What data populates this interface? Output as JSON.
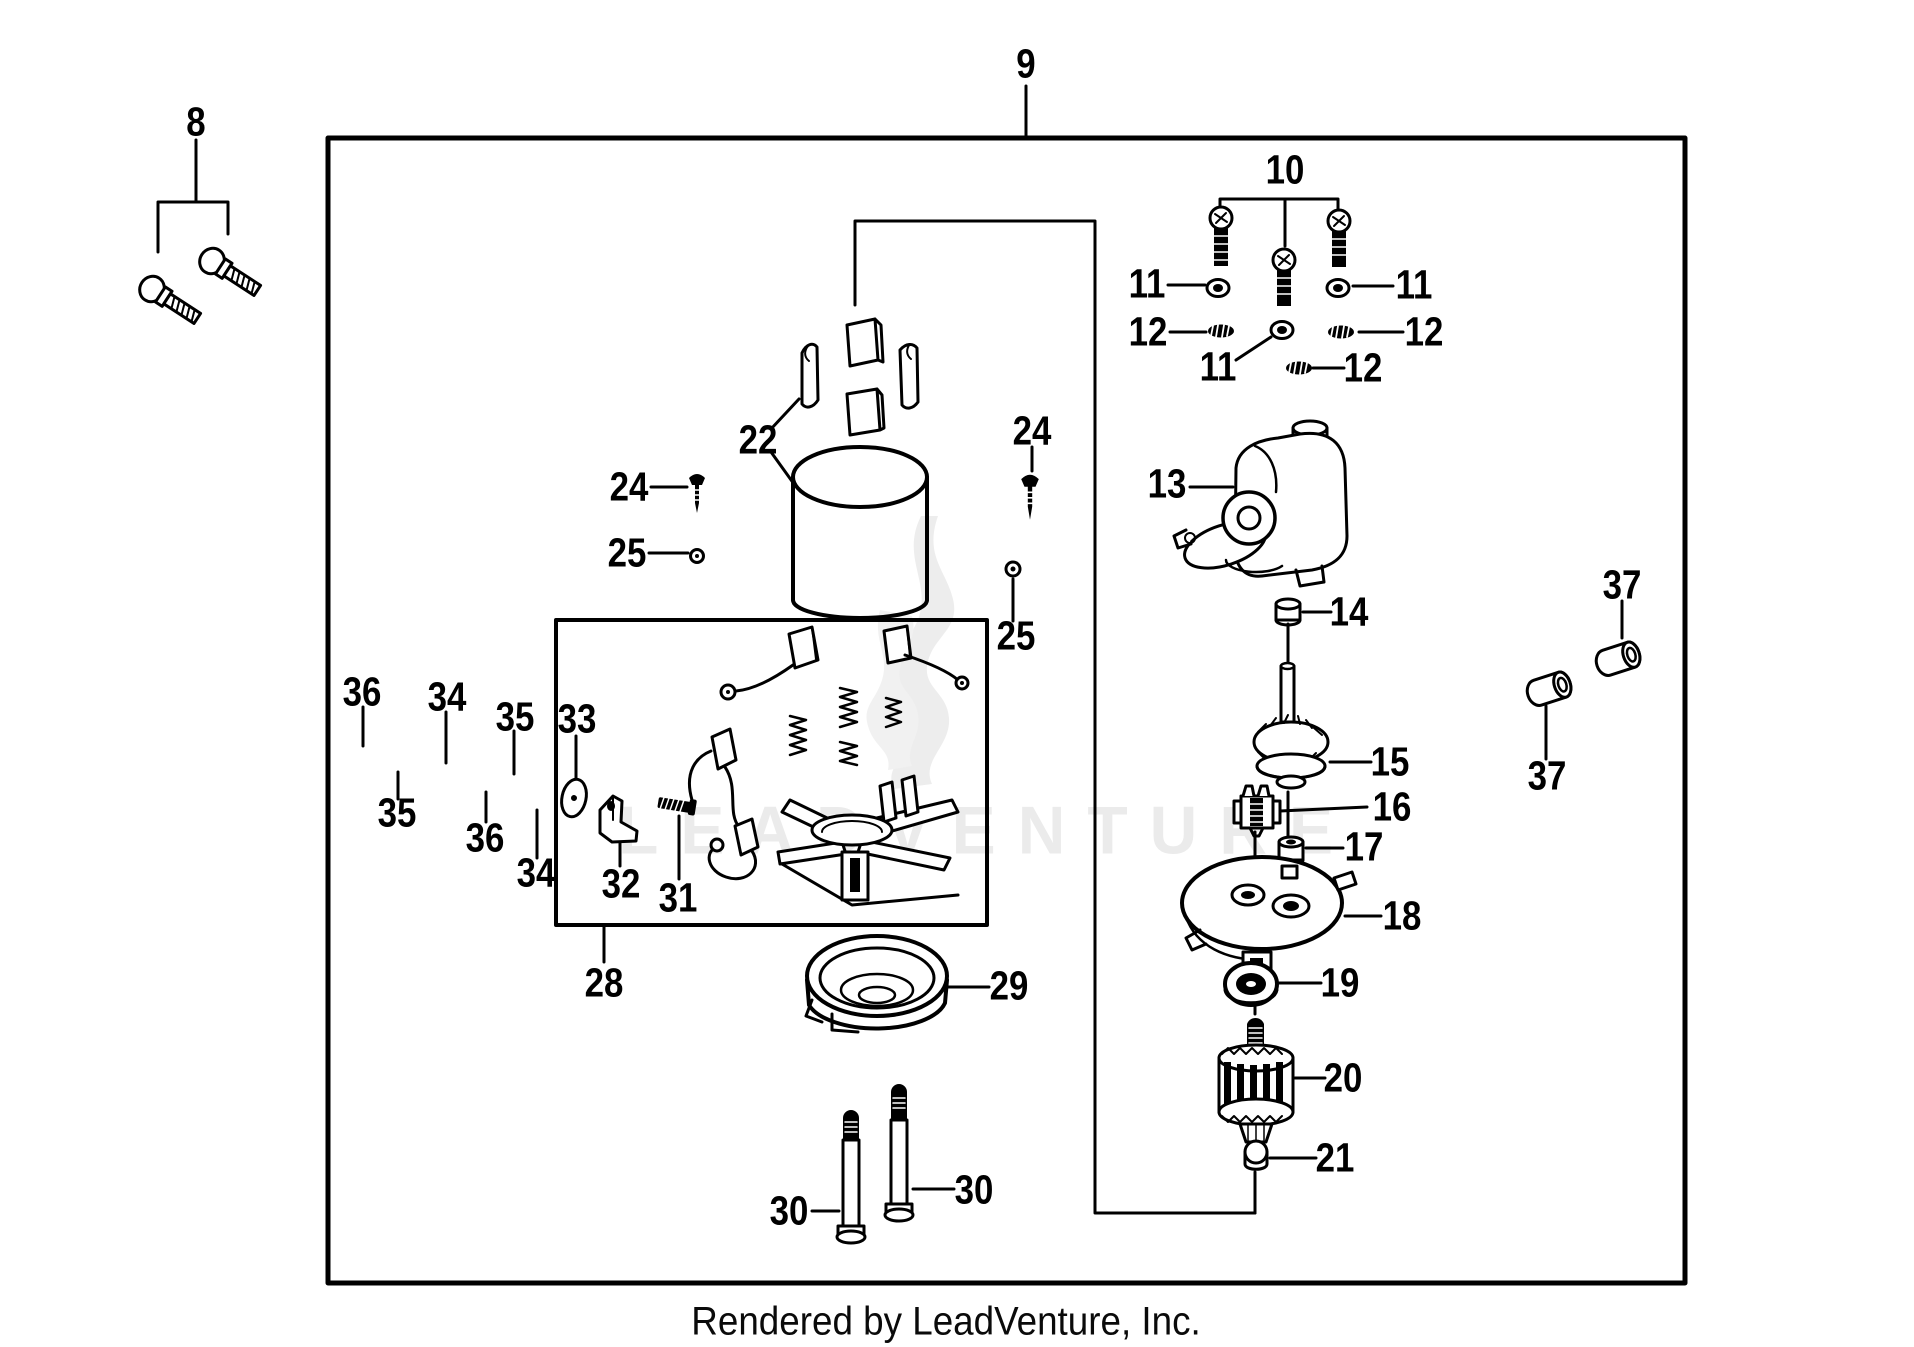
{
  "diagram": {
    "credit": "Rendered by LeadVenture, Inc.",
    "watermark_text": "LEADVENTURE",
    "callouts": [
      {
        "label": "8"
      },
      {
        "label": "9"
      },
      {
        "label": "10"
      },
      {
        "label": "11"
      },
      {
        "label": "11"
      },
      {
        "label": "11"
      },
      {
        "label": "12"
      },
      {
        "label": "12"
      },
      {
        "label": "12"
      },
      {
        "label": "13"
      },
      {
        "label": "14"
      },
      {
        "label": "15"
      },
      {
        "label": "16"
      },
      {
        "label": "17"
      },
      {
        "label": "18"
      },
      {
        "label": "19"
      },
      {
        "label": "20"
      },
      {
        "label": "21"
      },
      {
        "label": "22"
      },
      {
        "label": "24"
      },
      {
        "label": "24"
      },
      {
        "label": "25"
      },
      {
        "label": "25"
      },
      {
        "label": "28"
      },
      {
        "label": "29"
      },
      {
        "label": "30"
      },
      {
        "label": "30"
      },
      {
        "label": "31"
      },
      {
        "label": "32"
      },
      {
        "label": "33"
      },
      {
        "label": "34"
      },
      {
        "label": "34"
      },
      {
        "label": "35"
      },
      {
        "label": "35"
      },
      {
        "label": "36"
      },
      {
        "label": "36"
      },
      {
        "label": "37"
      },
      {
        "label": "37"
      }
    ]
  },
  "colors": {
    "ink": "#000000",
    "paper": "#ffffff",
    "watermark": "#ebebeb"
  }
}
